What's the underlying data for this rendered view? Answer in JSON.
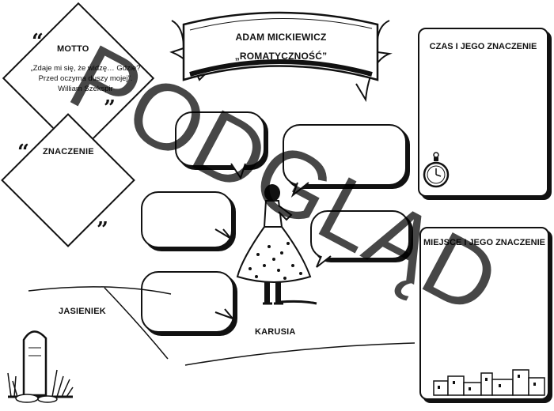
{
  "banner": {
    "author": "ADAM MICKIEWICZ",
    "title": "„ROMATYCZNOŚĆ”"
  },
  "motto": {
    "label": "MOTTO",
    "line1": "„Zdaje mi się, że widzę… Gdzie?",
    "line2": "Przed oczyma duszy mojej”.",
    "attribution": "William Szekspir"
  },
  "znaczenie": {
    "label": "ZNACZENIE"
  },
  "quotes": {
    "open": "“",
    "close": "”"
  },
  "right_panels": {
    "time": {
      "title": "CZAS I JEGO ZNACZENIE"
    },
    "place": {
      "title": "MIEJSCE I JEGO ZNACZENIE"
    }
  },
  "labels": {
    "jasieniek": "JASIENIEK",
    "karusia": "KARUSIA"
  },
  "watermark": "PODGLĄD",
  "icons": [
    "banner-ribbon-icon",
    "pocket-watch-icon",
    "tombstone-icon",
    "girl-figure-icon",
    "town-skyline-icon"
  ]
}
